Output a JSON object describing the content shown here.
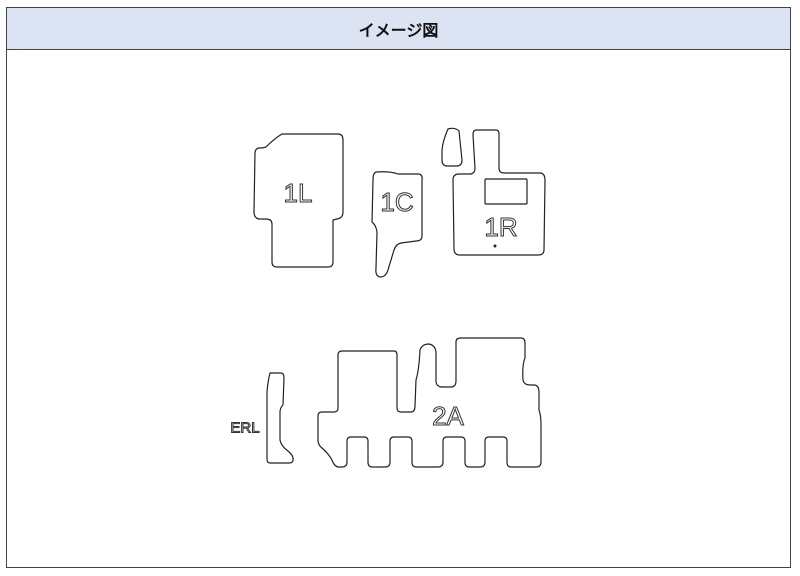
{
  "header": {
    "title": "イメージ図"
  },
  "mats": {
    "front_left": "1L",
    "front_center": "1C",
    "front_right": "1R",
    "extra_rear_left": "ERL",
    "second_row": "2A"
  }
}
